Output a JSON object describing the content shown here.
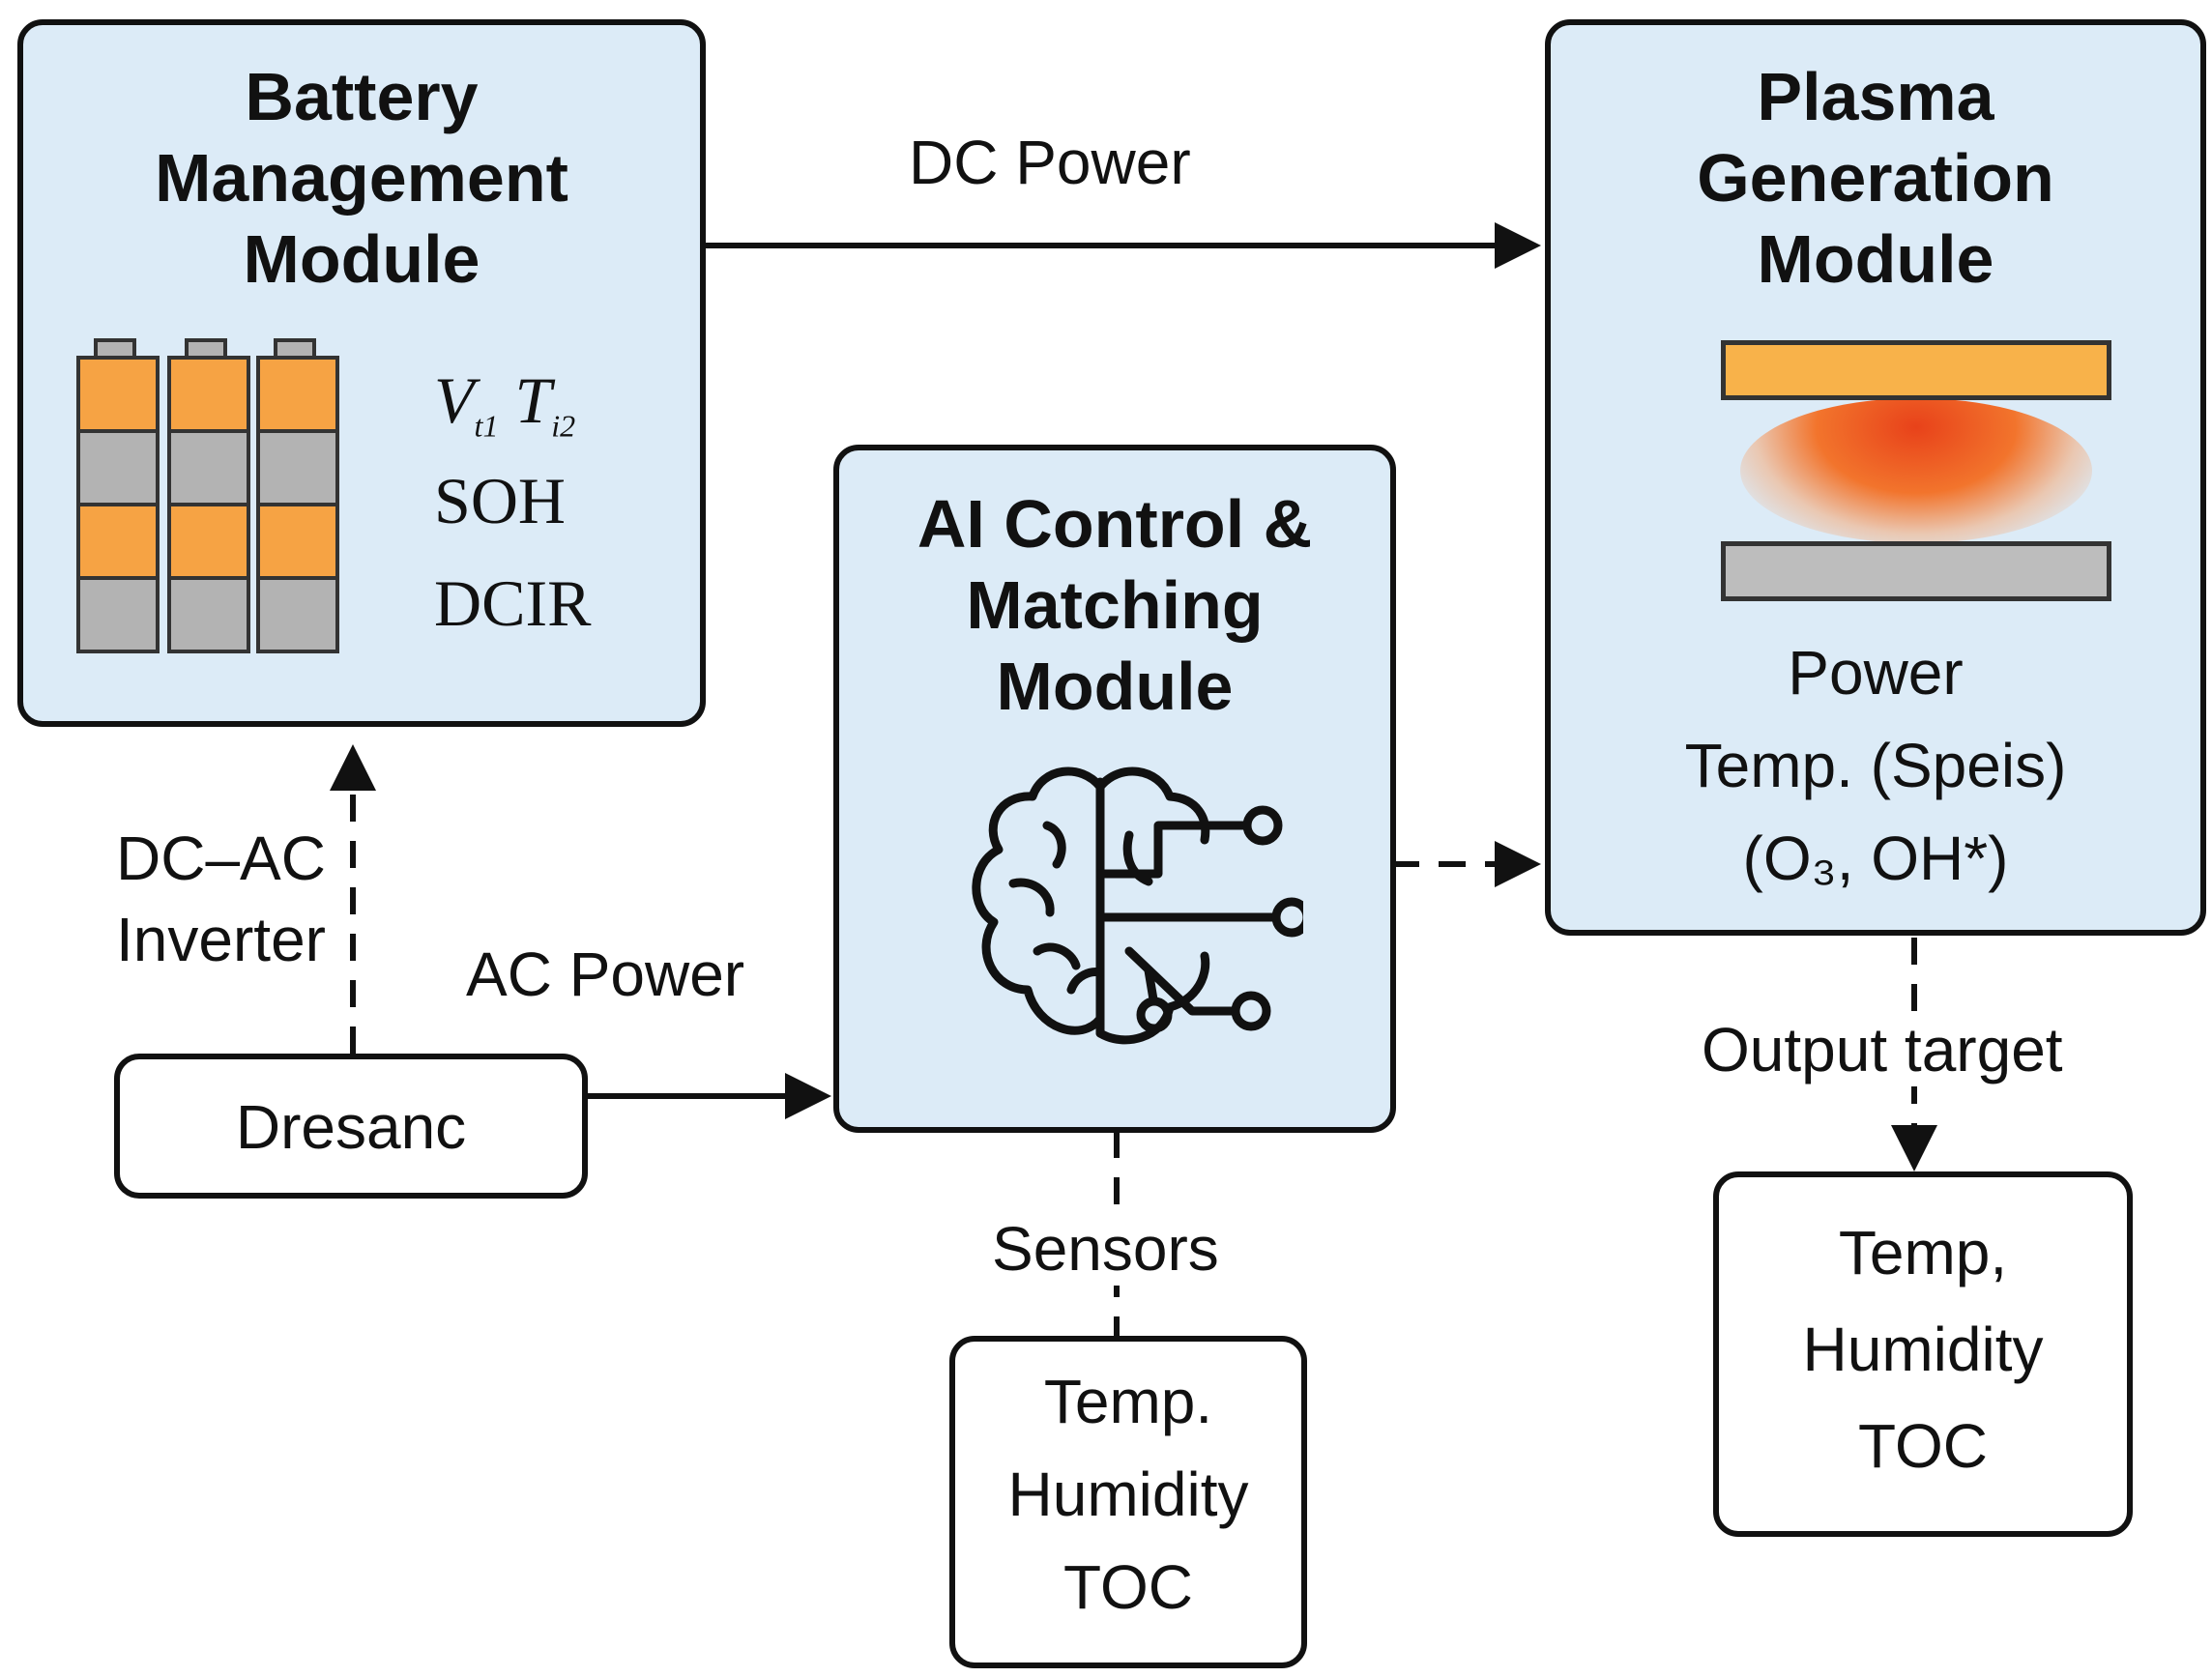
{
  "battery_module": {
    "title": "Battery Management Module",
    "metrics": {
      "v_symbol": "V",
      "v_sub": "t1",
      "t_symbol": "T",
      "t_sub": "i2",
      "soh": "SOH",
      "dcir": "DCIR"
    }
  },
  "plasma_module": {
    "title": "Plasma Generation Module",
    "lines": [
      "Power",
      "Temp. (Speis)",
      "(O₃, OH*)"
    ]
  },
  "ai_module": {
    "title": "AI Control & Matching Module"
  },
  "source_box": {
    "label": "Dresanc"
  },
  "sensor_box": {
    "lines": [
      "Temp.",
      "Humidity",
      "TOC"
    ]
  },
  "output_box": {
    "lines": [
      "Temp,",
      "Humidity",
      "TOC"
    ]
  },
  "edges": {
    "dc_power": "DC Power",
    "ac_power": "AC Power",
    "inverter": [
      "DC–AC",
      "Inverter"
    ],
    "sensors": "Sensors",
    "output_target": "Output target"
  },
  "colors": {
    "module_fill": "#dcebf7",
    "cell_orange": "#f6a344",
    "cell_gray": "#b3b3b3",
    "electrode_top": "#f8b24a",
    "electrode_bottom": "#bdbdbd",
    "plasma_glow": "#e8421a"
  },
  "icons": {
    "battery_pack": "battery-icon",
    "ai": "brain-circuit-icon",
    "plasma": "plasma-electrode-icon"
  }
}
